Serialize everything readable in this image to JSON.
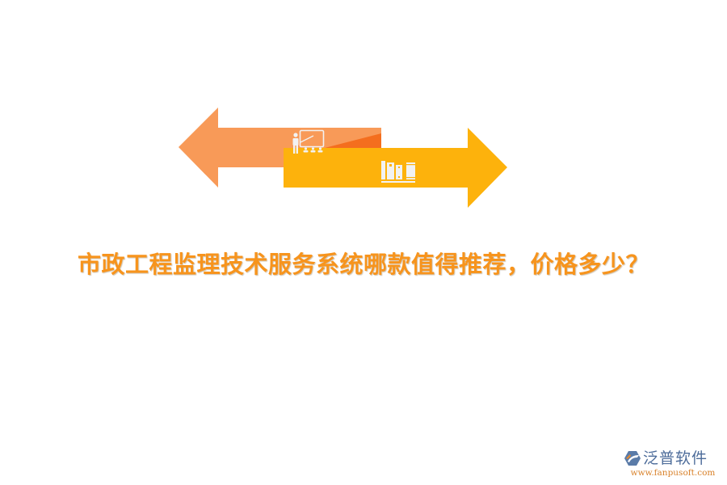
{
  "graphic": {
    "left_arrow": {
      "direction": "left",
      "color": "#F89A58",
      "accent_color": "#F46E1E",
      "icon": "teacher-presentation-icon"
    },
    "right_arrow": {
      "direction": "right",
      "color": "#FDB20C",
      "icon": "bookshelf-icon"
    },
    "icon_color": "#F2F2F2"
  },
  "headline": {
    "text": "市政工程监理技术服务系统哪款值得推荐，价格多少？",
    "color": "#F7941D"
  },
  "logo": {
    "icon": "fanpu-logo-icon",
    "name": "泛普软件",
    "url": "www.fanpusoft.com",
    "name_color": "#4D6C9A",
    "url_color": "#D9822B"
  }
}
